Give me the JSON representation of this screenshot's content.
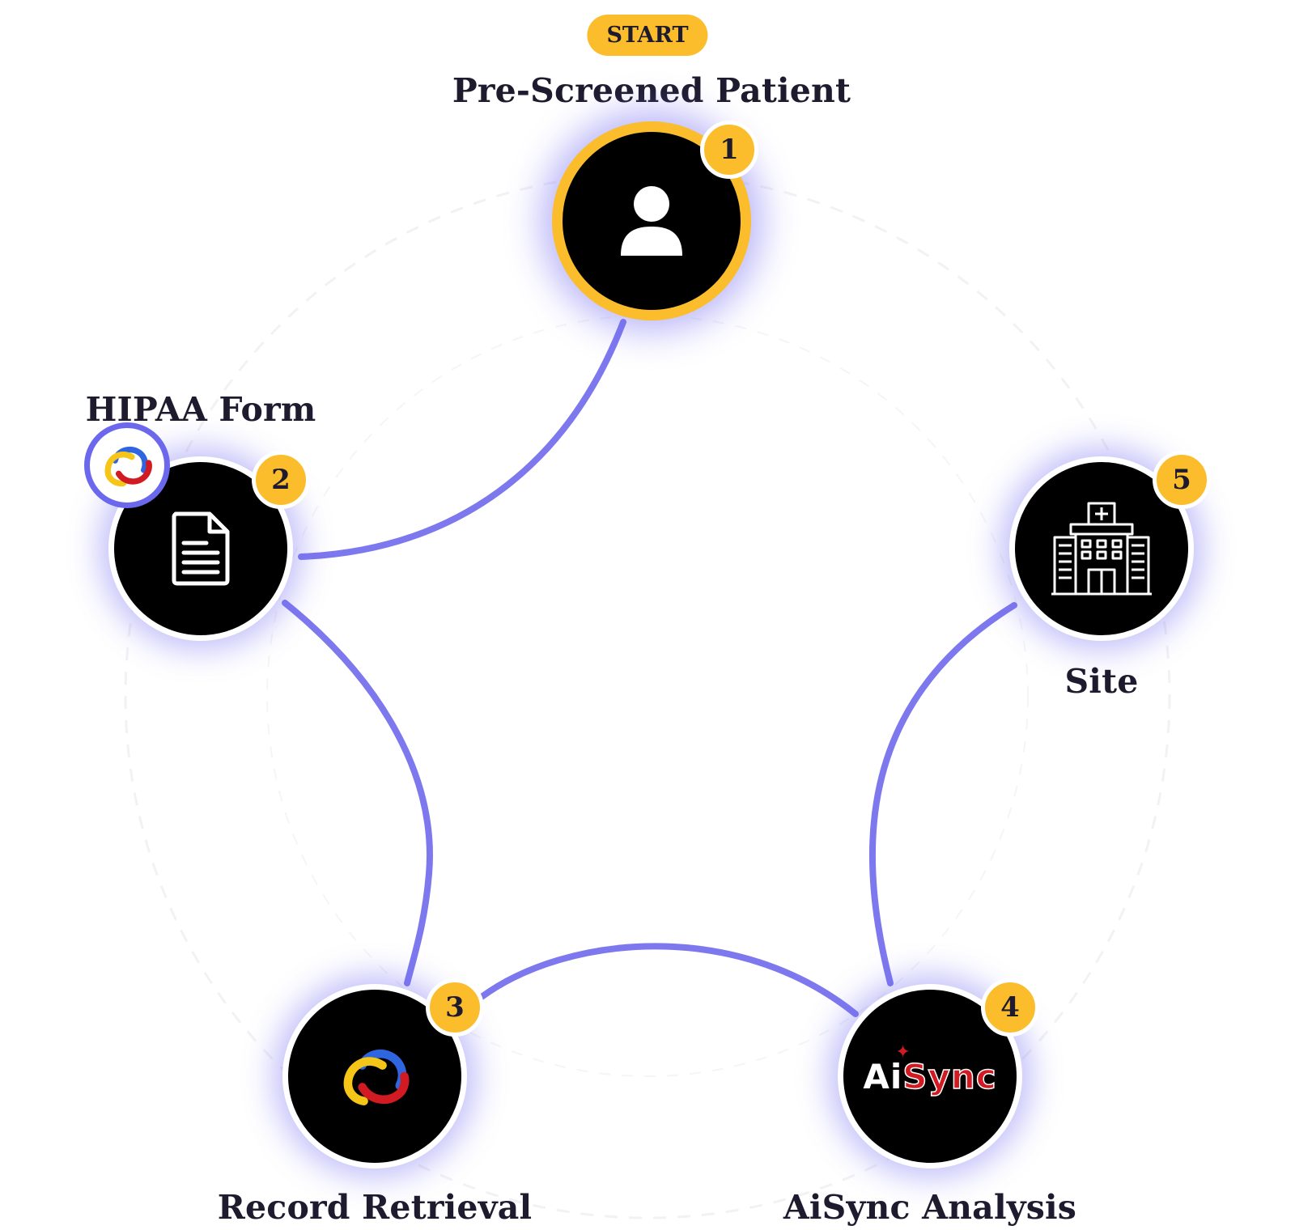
{
  "start_pill": "START",
  "steps": [
    {
      "number": "1",
      "label": "Pre-Screened Patient",
      "icon": "user-icon"
    },
    {
      "number": "2",
      "label": "HIPAA Form",
      "icon": "document-icon"
    },
    {
      "number": "3",
      "label": "Record Retrieval",
      "icon": "swirl-logo-icon"
    },
    {
      "number": "4",
      "label": "AiSync Analysis",
      "icon": "aisync-logo-icon",
      "logo_text_ai": "Ai",
      "logo_text_sync": "Sync"
    },
    {
      "number": "5",
      "label": "Site",
      "icon": "hospital-icon"
    }
  ],
  "colors": {
    "accent": "#fbbd2c",
    "connector": "#7d78ee",
    "node_fill": "#000000",
    "text": "#1f1b2e",
    "logo_blue": "#2f66e0",
    "logo_yellow": "#f5c518",
    "logo_red": "#d11a22"
  }
}
